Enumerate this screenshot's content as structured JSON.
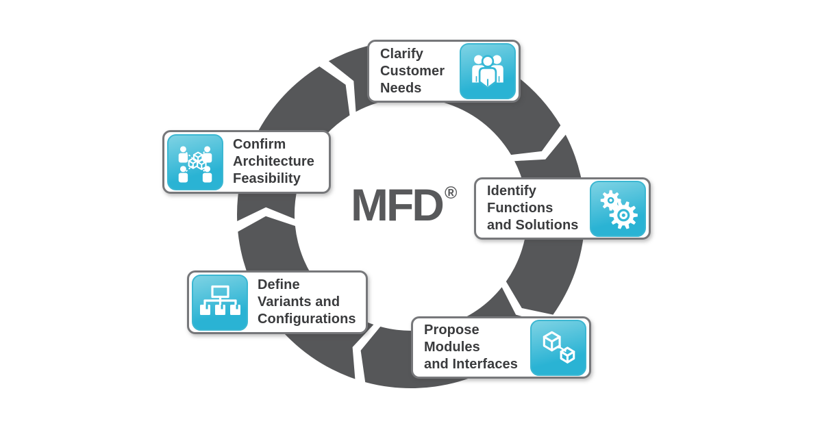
{
  "center": {
    "title": "MFD",
    "mark": "®"
  },
  "colors": {
    "ring": "#565759",
    "card_border": "#76777a",
    "text": "#3a3b3d",
    "title": "#58595b",
    "tile_gradient_top": "#7fd3e4",
    "tile_gradient_bottom": "#2ab3d4",
    "tile_border": "#3bb7d2",
    "icon_accent": "#35b7d5"
  },
  "steps": [
    {
      "id": "clarify",
      "label": "Clarify\nCustomer\nNeeds",
      "icon": "people-group-icon"
    },
    {
      "id": "identify",
      "label": "Identify\nFunctions\nand Solutions",
      "icon": "gears-icon"
    },
    {
      "id": "propose",
      "label": "Propose\nModules\nand Interfaces",
      "icon": "linked-cubes-icon"
    },
    {
      "id": "define",
      "label": "Define\nVariants and\nConfigurations",
      "icon": "hierarchy-tree-icon"
    },
    {
      "id": "confirm",
      "label": "Confirm\nArchitecture\nFeasibility",
      "icon": "team-assembly-icon"
    }
  ]
}
